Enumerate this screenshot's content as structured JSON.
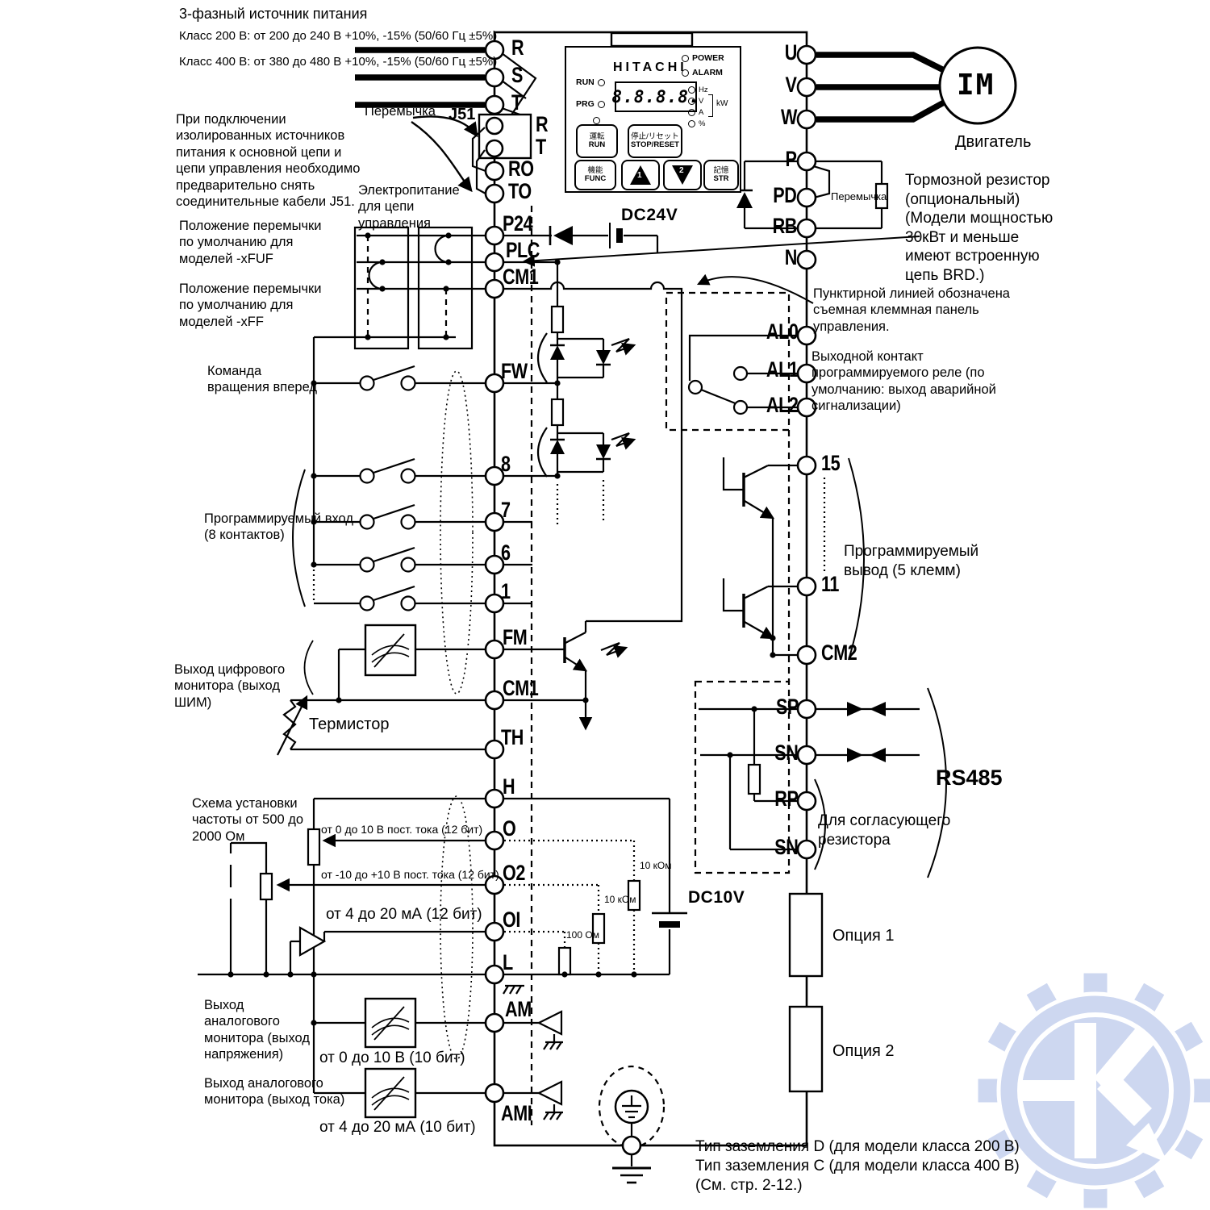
{
  "power": {
    "title": "3-фазный источник питания",
    "class200": "Класс 200 В: от 200 до 240 В +10%, -15% (50/60 Гц ±5%)",
    "class400": "Класс 400 В: от 380 до 480 В +10%, -15% (50/60 Гц ±5%)"
  },
  "notes": {
    "j51": "При подключении изолированных источников питания к основной цепи и цепи управления необходимо предварительно снять соединительные кабели J51.",
    "jumper": "Перемычка",
    "j51_tag": "J51",
    "control_power": "Электропитание для цепи управления",
    "jumper_xfuf": "Положение перемычки по умолчанию для моделей -xFUF",
    "jumper_xff": "Положение перемычки по умолчанию для моделей -xFF",
    "fw_command": "Команда вращения вперед",
    "prog_input": "Программируемый вход (8 контактов)",
    "digital_monitor": "Выход цифрового монитора (выход ШИМ)",
    "thermistor": "Термистор",
    "freq_circuit": "Схема установки частоты от 500 до 2000 Ом",
    "o_range": "от 0 до 10 В пост. тока (12 бит)",
    "o2_range": "от -10 до +10 В пост. тока (12 бит)",
    "oi_range": "от 4 до 20 мА (12 бит)",
    "analog_v_out": "Выход аналогового монитора (выход напряжения)",
    "am_range": "от 0 до 10 В (10 бит)",
    "analog_i_out": "Выход аналогового монитора (выход тока)",
    "ami_range": "от 4 до 20 мА (10 бит)",
    "motor": "Двигатель",
    "im": "IM",
    "brake_resistor": "Тормозной резистор (опциональный) (Модели мощностью 30кВт и меньше имеют встроенную цепь BRD.)",
    "brake_jumper": "Перемычка",
    "panel_note": "Пунктирной линией обозначена съемная клеммная панель управления.",
    "relay_note": "Выходной контакт программируемого реле (по умолчанию: выход аварийной сигнализации)",
    "prog_output": "Программируемый вывод (5 клемм)",
    "rs485": "RS485",
    "term_resistor": "Для согласующего резистора",
    "option1": "Опция 1",
    "option2": "Опция 2",
    "dc24v": "DC24V",
    "dc10v": "DC10V",
    "r_o": "10 кОм",
    "r_o2": "10 кОм",
    "r_oi": "100 Ом",
    "ground1": "Тип заземления D (для модели класса 200 В)",
    "ground2": "Тип заземления C (для модели класса 400 В)",
    "ground3": "(См. стр. 2-12.)"
  },
  "terminals": {
    "r": "R",
    "s": "S",
    "t": "T",
    "j51_r": "R",
    "j51_t": "T",
    "ro": "RO",
    "to": "TO",
    "p24": "P24",
    "plc": "PLC",
    "cm1a": "CM1",
    "fw": "FW",
    "i8": "8",
    "i7": "7",
    "i6": "6",
    "i1": "1",
    "fm": "FM",
    "cm1b": "CM1",
    "th": "TH",
    "h": "H",
    "o": "O",
    "o2": "O2",
    "oi": "OI",
    "l": "L",
    "am": "AM",
    "ami": "AMI",
    "u": "U",
    "v": "V",
    "w": "W",
    "p": "P",
    "pd": "PD",
    "rb": "RB",
    "n": "N",
    "al0": "AL0",
    "al1": "AL1",
    "al2": "AL2",
    "t15": "15",
    "t11": "11",
    "cm2": "CM2",
    "sp": "SP",
    "sn1": "SN",
    "rp": "RP",
    "sn2": "SN"
  },
  "keypad": {
    "brand": "HITACHI",
    "display": "8.8.8.8.",
    "led_power": "POWER",
    "led_alarm": "ALARM",
    "led_hz": "Hz",
    "led_v": "V",
    "led_a": "A",
    "led_pct": "%",
    "led_kw": "kW",
    "led_run": "RUN",
    "led_prg": "PRG",
    "btn_run_jp": "運転",
    "btn_run": "RUN",
    "btn_stop_jp": "停止/リセット",
    "btn_stop": "STOP/RESET",
    "btn_func_jp": "機能",
    "btn_func": "FUNC",
    "btn_up": "1",
    "btn_down": "2",
    "btn_str_jp": "記憶",
    "btn_str": "STR"
  },
  "colors": {
    "line": "#000000",
    "watermark": "#cdd7f0"
  }
}
